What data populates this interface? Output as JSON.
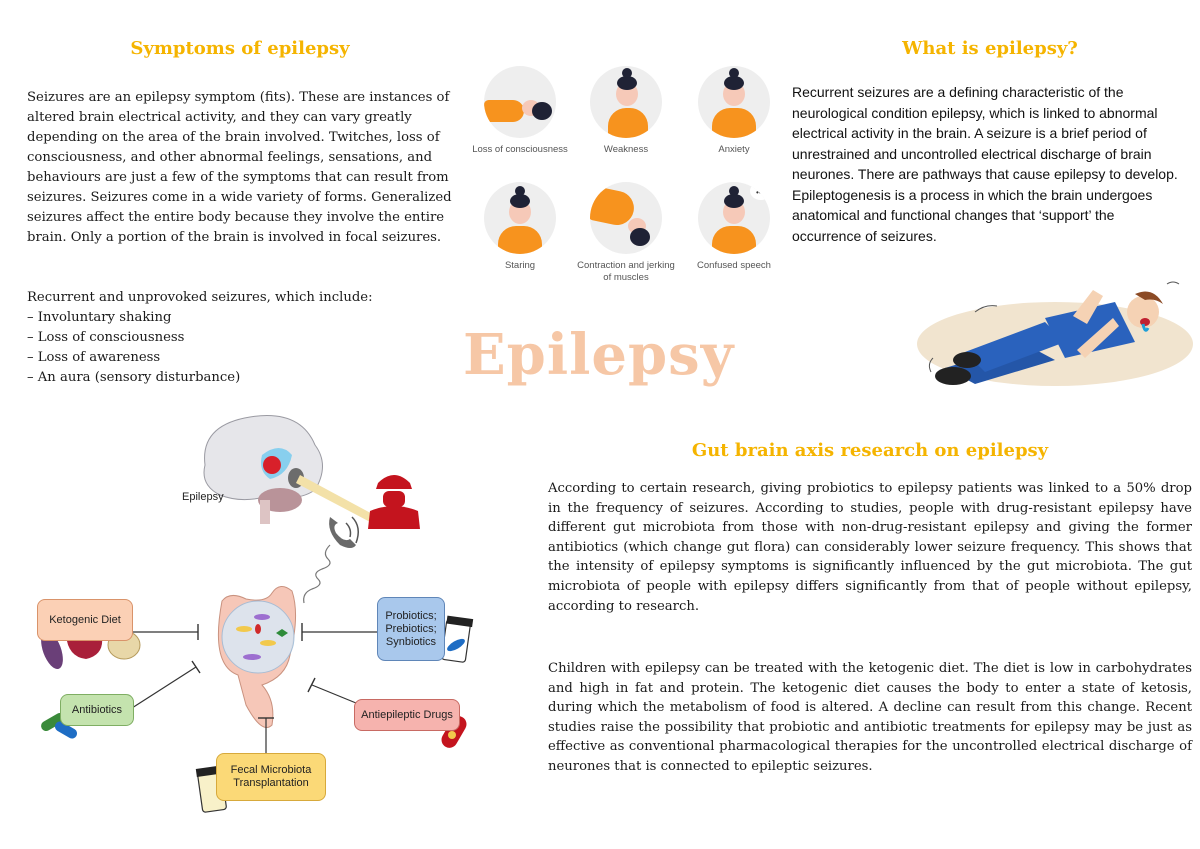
{
  "symptoms": {
    "heading": "Symptoms of epilepsy",
    "paragraph": "Seizures are an epilepsy symptom (fits). These are instances of altered brain electrical activity, and they can vary greatly depending on the area of the brain involved. Twitches, loss of consciousness, and other abnormal feelings, sensations, and behaviours are just a few of the symptoms that can result from seizures. Seizures come in a wide variety of forms. Generalized seizures affect the entire body because they involve the entire brain. Only a portion of the brain is involved in focal seizures.",
    "list_intro": "Recurrent and unprovoked seizures, which include:",
    "list": [
      "– Involuntary shaking",
      "– Loss of consciousness",
      "– Loss of awareness",
      "– An aura (sensory disturbance)"
    ]
  },
  "symptom_icons": [
    {
      "label": "Loss of consciousness"
    },
    {
      "label": "Weakness"
    },
    {
      "label": "Anxiety"
    },
    {
      "label": "Staring"
    },
    {
      "label": "Contraction and jerking of muscles"
    },
    {
      "label": "Confused speech"
    }
  ],
  "what_is": {
    "heading": "What is epilepsy?",
    "paragraph": "Recurrent seizures are a defining characteristic of the neurological condition epilepsy, which is linked to abnormal electrical activity in the brain. A seizure is a brief period of unrestrained and uncontrolled electrical discharge of brain neurones. There are pathways that cause epilepsy to develop. Epileptogenesis is a process in which the brain undergoes anatomical and functional changes that ‘support’ the occurrence of seizures."
  },
  "title": "Epilepsy",
  "gut_brain": {
    "heading": "Gut brain axis research on epilepsy",
    "paragraph1": "According to certain research, giving probiotics to epilepsy patients was linked to a 50% drop in the frequency of seizures. According to studies, people with drug-resistant epilepsy have different gut microbiota from those with non-drug-resistant epilepsy and giving the former antibiotics (which change gut flora) can considerably lower seizure frequency. This shows that the intensity of epilepsy symptoms is significantly influenced by the gut microbiota. The gut microbiota of people with epilepsy differs significantly from that of people without epilepsy, according to research.",
    "paragraph2": "Children with epilepsy can be treated with the ketogenic diet. The diet is low in carbohydrates and high in fat and protein. The ketogenic diet causes the body to enter a state of ketosis, during which the metabolism of food is altered. A decline can result from this change. Recent studies raise the possibility that probiotic and antibiotic treatments for epilepsy may be just as effective as conventional pharmacological therapies for the uncontrolled electrical discharge of neurones that is connected to epileptic seizures."
  },
  "diagram": {
    "brain_label": "Epilepsy",
    "boxes": {
      "ketogenic": "Ketogenic Diet",
      "probiotics": [
        "Probiotics;",
        "Prebiotics;",
        "Synbiotics"
      ],
      "antibiotics": "Antibiotics",
      "antiepileptic": "Antiepileptic Drugs",
      "fmt": [
        "Fecal Microbiota",
        "Transplantation"
      ]
    },
    "colors": {
      "ketogenic_bg": "#fbd0b5",
      "ketogenic_border": "#d9936a",
      "probiotics_bg": "#a9c8ec",
      "probiotics_border": "#5f86b8",
      "antibiotics_bg": "#c4e3ae",
      "antibiotics_border": "#7fae63",
      "antiepileptic_bg": "#f6b3ae",
      "antiepileptic_border": "#c86a63",
      "fmt_bg": "#fbd977",
      "fmt_border": "#d7a93b"
    }
  },
  "colors": {
    "heading": "#f5b400",
    "title": "#f6c7a6",
    "accent_orange": "#f7931e"
  }
}
